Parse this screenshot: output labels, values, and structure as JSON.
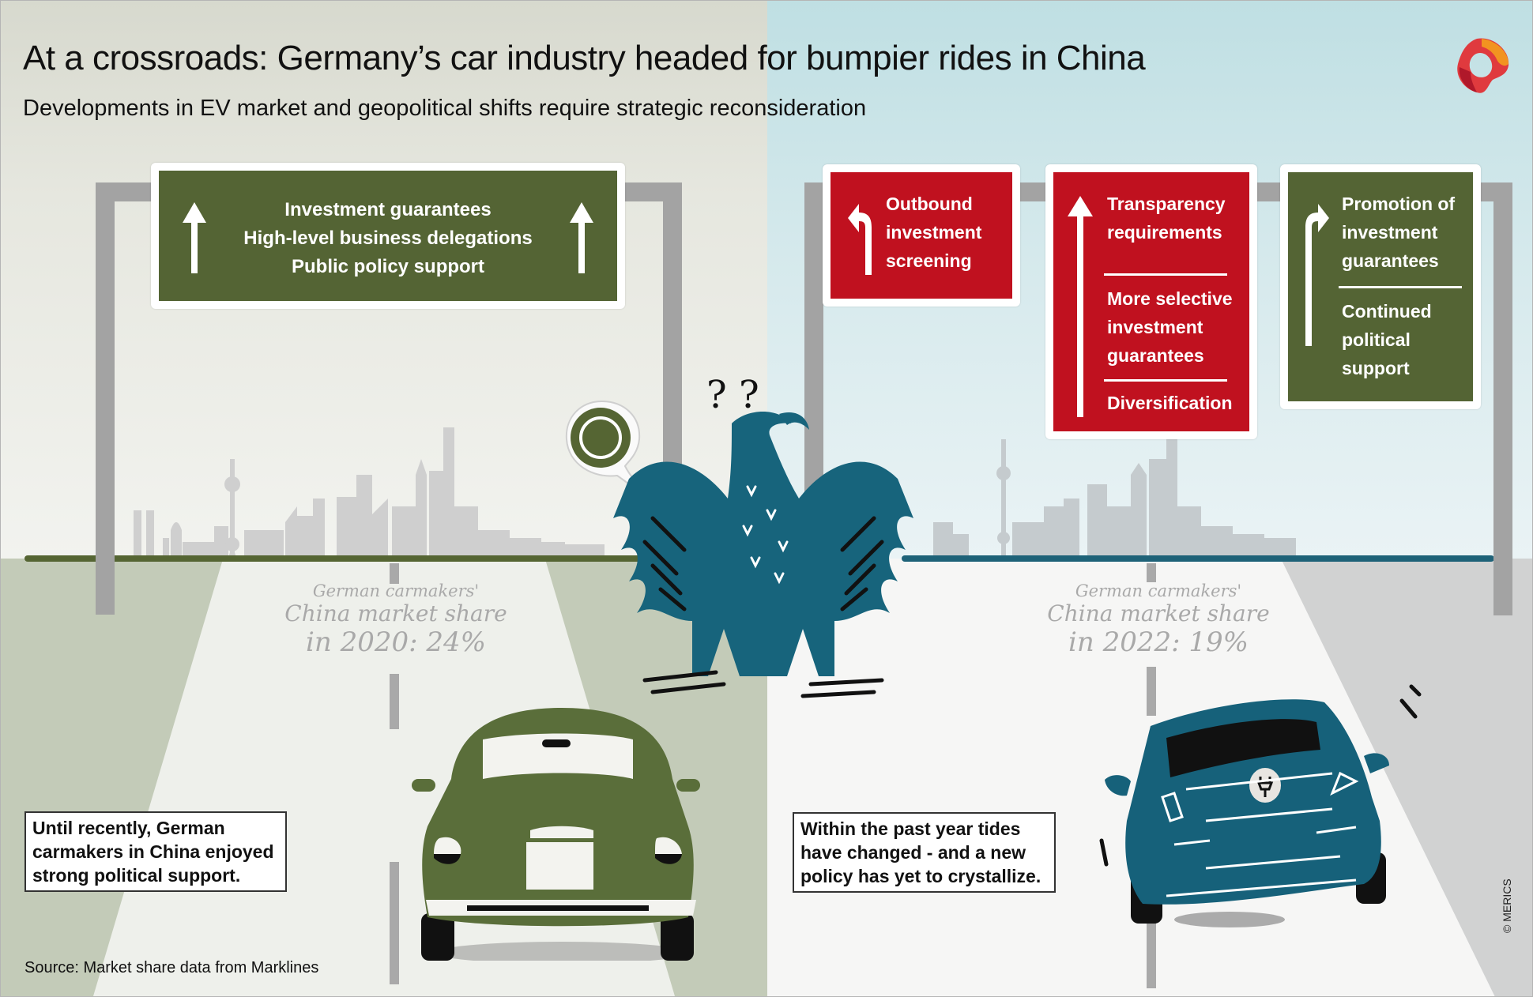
{
  "header": {
    "title": "At a crossroads: Germany’s car industry headed for bumpier rides in China",
    "subtitle": "Developments in EV market and geopolitical shifts require strategic reconsideration",
    "logo": "merics-logo-icon"
  },
  "left_panel": {
    "sign": {
      "color": "#546434",
      "arrows": [
        "arrow-up-icon",
        "arrow-up-icon"
      ],
      "lines": [
        "Investment guarantees",
        "High-level business delegations",
        "Public policy support"
      ]
    },
    "market_share": {
      "line1": "German carmakers'",
      "line2": "China market share",
      "line3": "in 2020: 24%"
    },
    "caption": [
      "Until recently, German",
      "carmakers in China enjoyed",
      "strong political support."
    ],
    "car": "beetle-car",
    "car_color": "#5a6e3a",
    "speech_bubble": "green-circle-icon"
  },
  "right_panel": {
    "signs": [
      {
        "color": "#c0111f",
        "arrow": "arrow-turn-left-icon",
        "sections": [
          [
            "Outbound",
            "investment",
            "screening"
          ]
        ]
      },
      {
        "color": "#c0111f",
        "arrow": "arrow-up-icon",
        "sections": [
          [
            "Transparency",
            "requirements"
          ],
          [
            "More selective",
            "investment",
            "guarantees"
          ],
          [
            "Diversification"
          ]
        ]
      },
      {
        "color": "#546434",
        "arrow": "arrow-turn-right-icon",
        "sections": [
          [
            "Promotion of",
            "investment",
            "guarantees"
          ],
          [
            "Continued",
            "political",
            "support"
          ]
        ]
      }
    ],
    "market_share": {
      "line1": "German carmakers'",
      "line2": "China market share",
      "line3": "in 2022: 19%"
    },
    "caption": [
      "Within the past year tides",
      "have changed - and a new",
      "policy has yet to crystallize."
    ],
    "car": "electric-car",
    "car_color": "#16617a",
    "car_badge": "plug-icon"
  },
  "center": {
    "eagle": "german-eagle",
    "eagle_color": "#17647c",
    "question_marks": "? ?"
  },
  "footer": {
    "source": "Source: Market share data from Marklines",
    "copyright": "© MERICS"
  },
  "colors": {
    "green": "#546434",
    "red": "#c0111f",
    "teal": "#17647c"
  }
}
